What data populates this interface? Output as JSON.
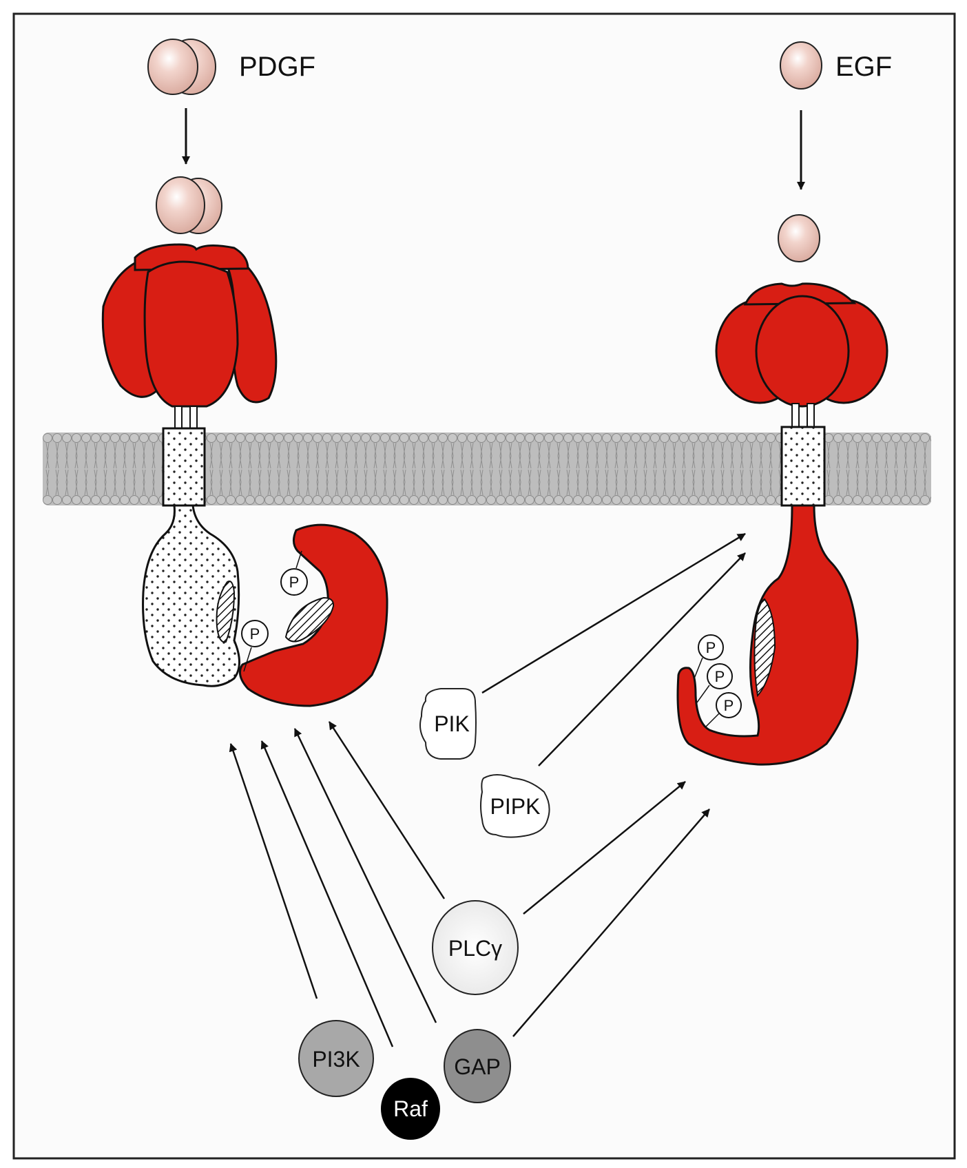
{
  "ligands": {
    "pdgf": {
      "label": "PDGF"
    },
    "egf": {
      "label": "EGF"
    }
  },
  "proteins": {
    "pik": {
      "label": "PIK"
    },
    "pipk": {
      "label": "PIPK"
    },
    "plc": {
      "label": "PLCγ"
    },
    "pi3k": {
      "label": "PI3K"
    },
    "raf": {
      "label": "Raf"
    },
    "gap": {
      "label": "GAP"
    }
  },
  "phospho": {
    "label": "P"
  },
  "colors": {
    "receptor_red": "#d81e14",
    "ligand_pink": "#f2d4cc",
    "membrane_gray": "#bdbdbd",
    "pi3k_gray": "#a8a8a8",
    "gap_gray": "#8e8e8e",
    "raf_black": "#000000",
    "plc_light": "#f3f3f3"
  }
}
